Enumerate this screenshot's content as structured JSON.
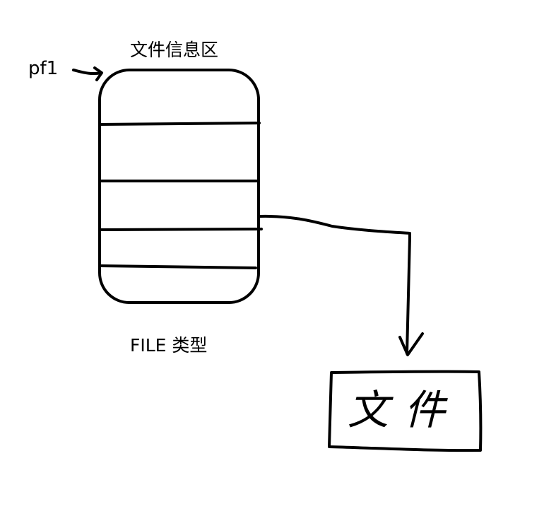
{
  "pointer_label": "pf1",
  "info_area_title": "文件信息区",
  "struct_type_label": "FILE 类型",
  "file_box_label": "文件"
}
